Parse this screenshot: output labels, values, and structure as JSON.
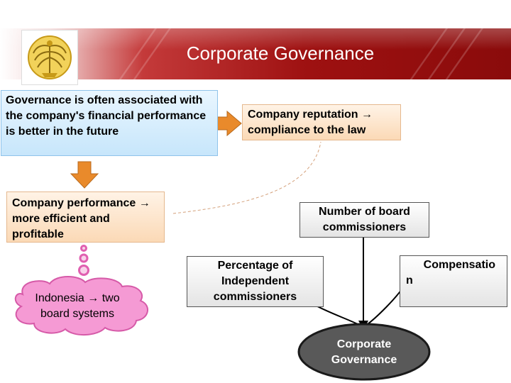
{
  "header": {
    "title": "Corporate Governance"
  },
  "nodes": {
    "governance": "Governance is often associated with the company's financial performance is better in the future",
    "reputation": "Company reputation → compliance to the law",
    "performance": "Company performance → more efficient and profitable",
    "board": "Number of board commissioners",
    "percentage": "Percentage of Independent commissioners",
    "compensation": {
      "line1": "Compensatio",
      "line2": "n"
    },
    "indonesia": "Indonesia → two board systems",
    "corporate": "Corporate Governance"
  },
  "colors": {
    "header_red": "#9e1111",
    "arrow_orange": "#e98a2b",
    "cloud_pink": "#f59ad4",
    "ellipse_dark": "#595959"
  }
}
